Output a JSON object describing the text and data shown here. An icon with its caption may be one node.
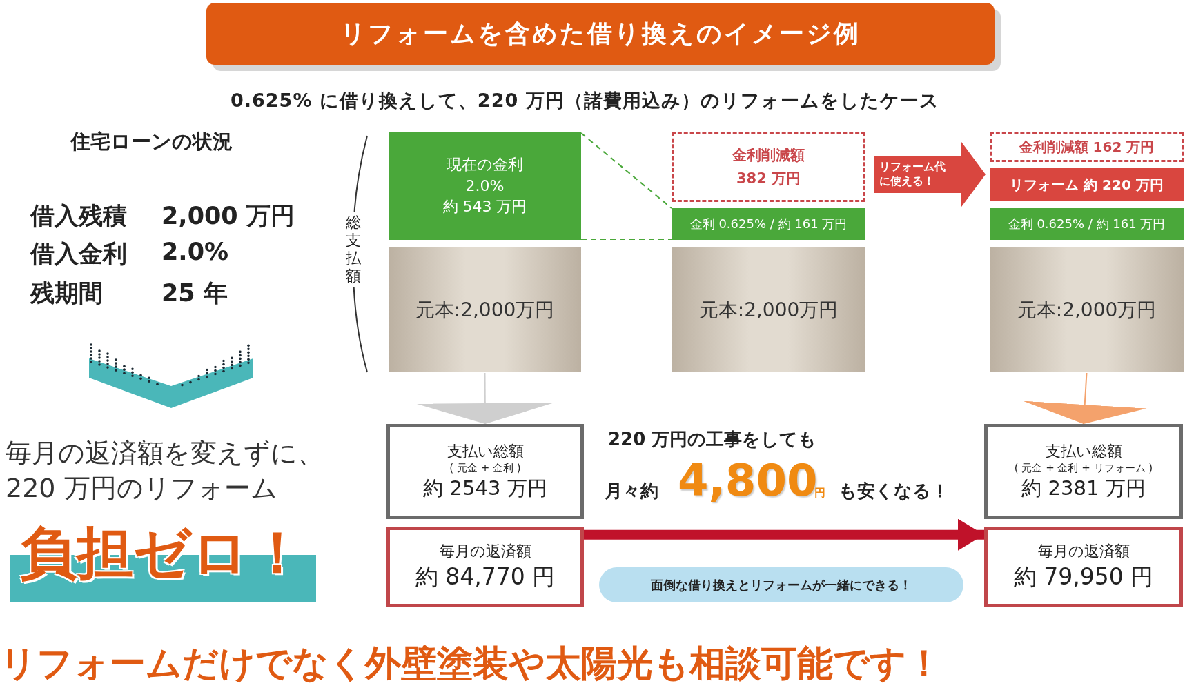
{
  "diagram": {
    "nodes": [
      {
        "text": [
          "リフォームを含めた借り換えのイメージ例"
        ]
      },
      {
        "text": [
          "現在の金利",
          "2.0%",
          "約 543 万円"
        ]
      },
      {
        "text": [
          "元本:2,000万円"
        ]
      },
      {
        "text": [
          "金利削減額",
          "382 万円"
        ]
      },
      {
        "text": [
          "金利 0.625% / 約 161 万円"
        ]
      },
      {
        "text": [
          "元本:2,000万円"
        ]
      },
      {
        "text": [
          "リフォーム代",
          "に使える！"
        ]
      },
      {
        "text": [
          "金利削減額 162 万円"
        ]
      },
      {
        "text": [
          "リフォーム 約 220 万円"
        ]
      },
      {
        "text": [
          "金利 0.625% / 約 161 万円"
        ]
      },
      {
        "text": [
          "元本:2,000万円"
        ]
      },
      {
        "text": [
          "支払い総額",
          "( 元金 + 金利 )",
          "約 2543 万円"
        ]
      },
      {
        "text": [
          "毎月の返済額",
          "約 84,770 円"
        ]
      },
      {
        "text": [
          "支払い総額",
          "( 元金 + 金利 + リフォーム )",
          "約 2381 万円"
        ]
      },
      {
        "text": [
          "毎月の返済額",
          "約 79,950 円"
        ]
      },
      {
        "text": [
          "面倒な借り換えとリフォームが一緒にできる！"
        ]
      },
      {
        "text": [
          "負担ゼロ！"
        ]
      }
    ],
    "edges": [
      {
        "from": 1,
        "to": 4,
        "arrow": "none",
        "style": "dashed",
        "color": "#4aa83a"
      },
      {
        "from": 1,
        "to": 4,
        "arrow": "none",
        "style": "dashed",
        "color": "#4aa83a"
      },
      {
        "from": 2,
        "to": 11,
        "arrow": "to",
        "color": "#cfcfcf"
      },
      {
        "from": 10,
        "to": 13,
        "arrow": "to",
        "color": "#f4a26c"
      },
      {
        "from": 12,
        "to": 14,
        "arrow": "to",
        "style": "thick",
        "color": "#c0122a"
      }
    ],
    "labels": [
      "0.625% に借り換えして、220 万円（諸費用込み）のリフォームをしたケース",
      "住宅ローンの状況",
      "借入残積",
      "2,000 万円",
      "借入金利",
      "2.0%",
      "残期間",
      "25 年",
      "総支払額",
      "毎月の返済額を変えずに、 220 万円のリフォーム",
      "220 万円の工事をしても",
      "月々約",
      "4,800",
      "円",
      "も安くなる！",
      "リフォームだけでなく外壁塗装や太陽光も相談可能です！"
    ]
  }
}
